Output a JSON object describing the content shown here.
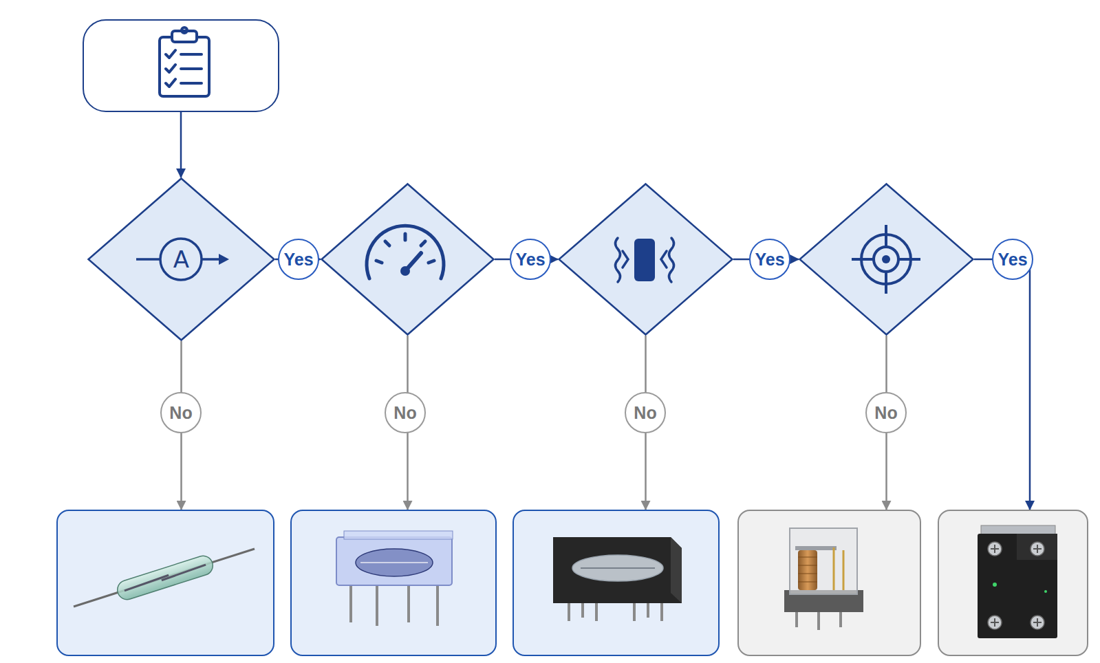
{
  "diagram": {
    "nodes": [
      {},
      {
        "text": [
          "A"
        ]
      },
      {},
      {},
      {},
      {},
      {},
      {},
      {},
      {}
    ],
    "edges": [
      {
        "from": 0,
        "to": 1,
        "arrow": "to"
      },
      {
        "from": 1,
        "to": 2,
        "label": "Yes",
        "arrow": "to"
      },
      {
        "from": 2,
        "to": 3,
        "label": "Yes",
        "arrow": "to"
      },
      {
        "from": 3,
        "to": 4,
        "label": "Yes",
        "arrow": "to"
      },
      {
        "from": 4,
        "to": 9,
        "label": "Yes",
        "arrow": "to"
      },
      {
        "from": 1,
        "to": 5,
        "label": "No",
        "arrow": "to"
      },
      {
        "from": 2,
        "to": 6,
        "label": "No",
        "arrow": "to"
      },
      {
        "from": 3,
        "to": 7,
        "label": "No",
        "arrow": "to"
      },
      {
        "from": 4,
        "to": 8,
        "label": "No",
        "arrow": "to"
      }
    ]
  }
}
